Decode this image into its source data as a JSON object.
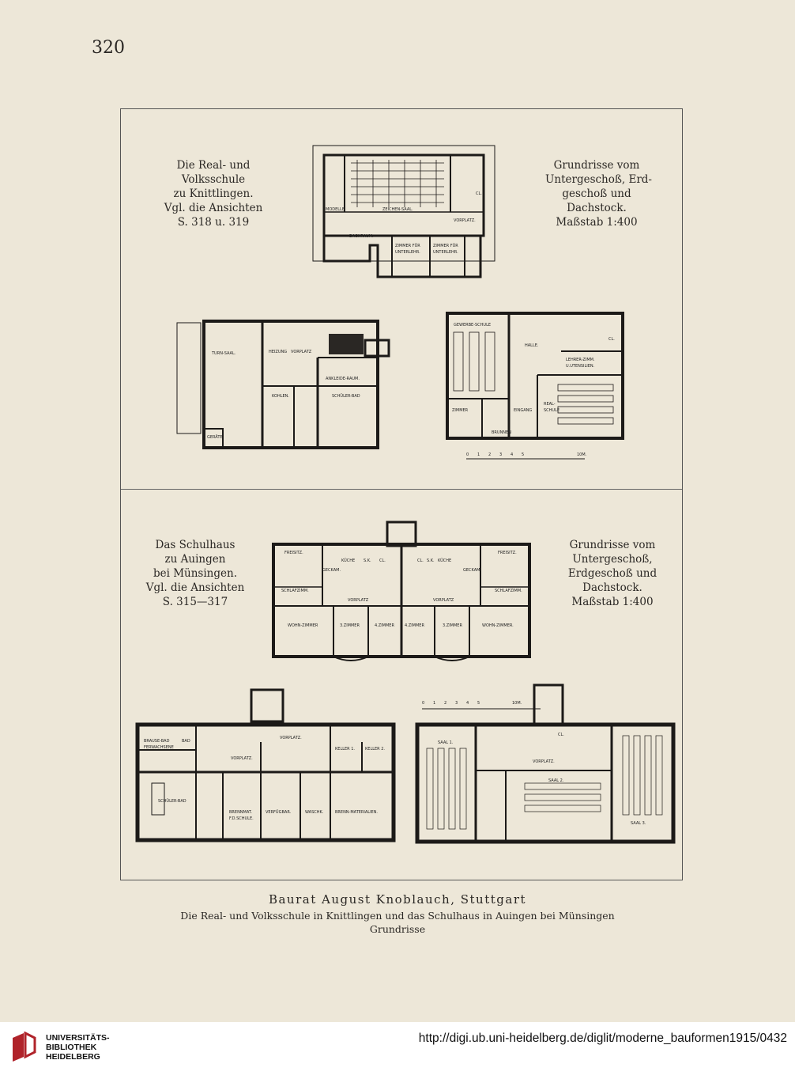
{
  "page_number": "320",
  "section_top": {
    "caption_left": [
      "Die Real- und",
      "Volksschule",
      "zu Knittlingen.",
      "Vgl. die Ansichten",
      "S. 318 u. 319"
    ],
    "caption_right": [
      "Grundrisse vom",
      "Untergeschoß, Erd-",
      "geschoß und",
      "Dachstock.",
      "Maßstab 1:400"
    ],
    "attic_labels": [
      "MODELLE",
      "ZEICHEN-SAAL.",
      "VORPLATZ.",
      "DACHRAUM.",
      "ZIMMER FÜR",
      "UNTERLEHR.",
      "ZIMMER FÜR",
      "UNTERLEHR.",
      "CL."
    ],
    "basement_labels": [
      "TURN-SAAL.",
      "HEIZUNG",
      "VORPLATZ",
      "ANKLEIDE-RAUM.",
      "KOHLEN.",
      "SCHÜLER-BAD",
      "GERÄTE."
    ],
    "ground_labels": [
      "GEWERBE-SCHULE",
      "HALLE.",
      "LEHRER-ZIMM.",
      "U.UTENSILIEN.",
      "CL.",
      "ZIMMER",
      "EINGANG",
      "REAL-",
      "SCHULE",
      "BRUNNEN"
    ],
    "scale_labels": [
      "0",
      "1",
      "2",
      "3",
      "4",
      "5",
      "10M."
    ]
  },
  "section_bottom": {
    "caption_left": [
      "Das Schulhaus",
      "zu Auingen",
      "bei Münsingen.",
      "Vgl. die Ansichten",
      "S. 315—317"
    ],
    "caption_right": [
      "Grundrisse vom",
      "Untergeschoß,",
      "Erdgeschoß und",
      "Dachstock.",
      "Maßstab 1:400"
    ],
    "attic_labels": [
      "FREISITZ.",
      "KÜCHE",
      "S.K.",
      "CL.",
      "CL.",
      "S.K.",
      "KÜCHE",
      "FREISITZ.",
      "GECKAM.",
      "GECKAM.",
      "SCHLAFZIMM.",
      "VORPLATZ",
      "VORPLATZ",
      "SCHLAFZIMM.",
      "WOHN-ZIMMER",
      "3.ZIMMER",
      "4.ZIMMER",
      "4.ZIMMER",
      "3.ZIMMER",
      "WOHN-ZIMMER."
    ],
    "basement_labels": [
      "BRAUSE-BAD",
      "FERWACHSENE",
      "BAD",
      "VORPLATZ.",
      "VORPLATZ.",
      "KELLER 1.",
      "KELLER 2.",
      "SCHÜLER-BAD",
      "BRENNMAT.",
      "F.D.SCHULE.",
      "VERFÜGBAR.",
      "WASCHK.",
      "BRENN-MATERIALIEN."
    ],
    "ground_labels": [
      "SAAL 1.",
      "CL.",
      "VORPLATZ.",
      "SAAL 2.",
      "SAAL 3."
    ],
    "scale_labels": [
      "0",
      "1",
      "2",
      "3",
      "4",
      "5",
      "10M."
    ]
  },
  "caption": {
    "title": "Baurat August Knoblauch, Stuttgart",
    "subtitle": "Die Real- und Volksschule in Knittlingen und das Schulhaus in Auingen bei Münsingen",
    "subtitle2": "Grundrisse"
  },
  "footer": {
    "logo_lines": [
      "UNIVERSITÄTS-",
      "BIBLIOTHEK",
      "HEIDELBERG"
    ],
    "url": "http://digi.ub.uni-heidelberg.de/diglit/moderne_bauformen1915/0432"
  },
  "colors": {
    "paper": "#ede7d8",
    "ink": "#1c1a18",
    "logo_red": "#b0232a"
  }
}
